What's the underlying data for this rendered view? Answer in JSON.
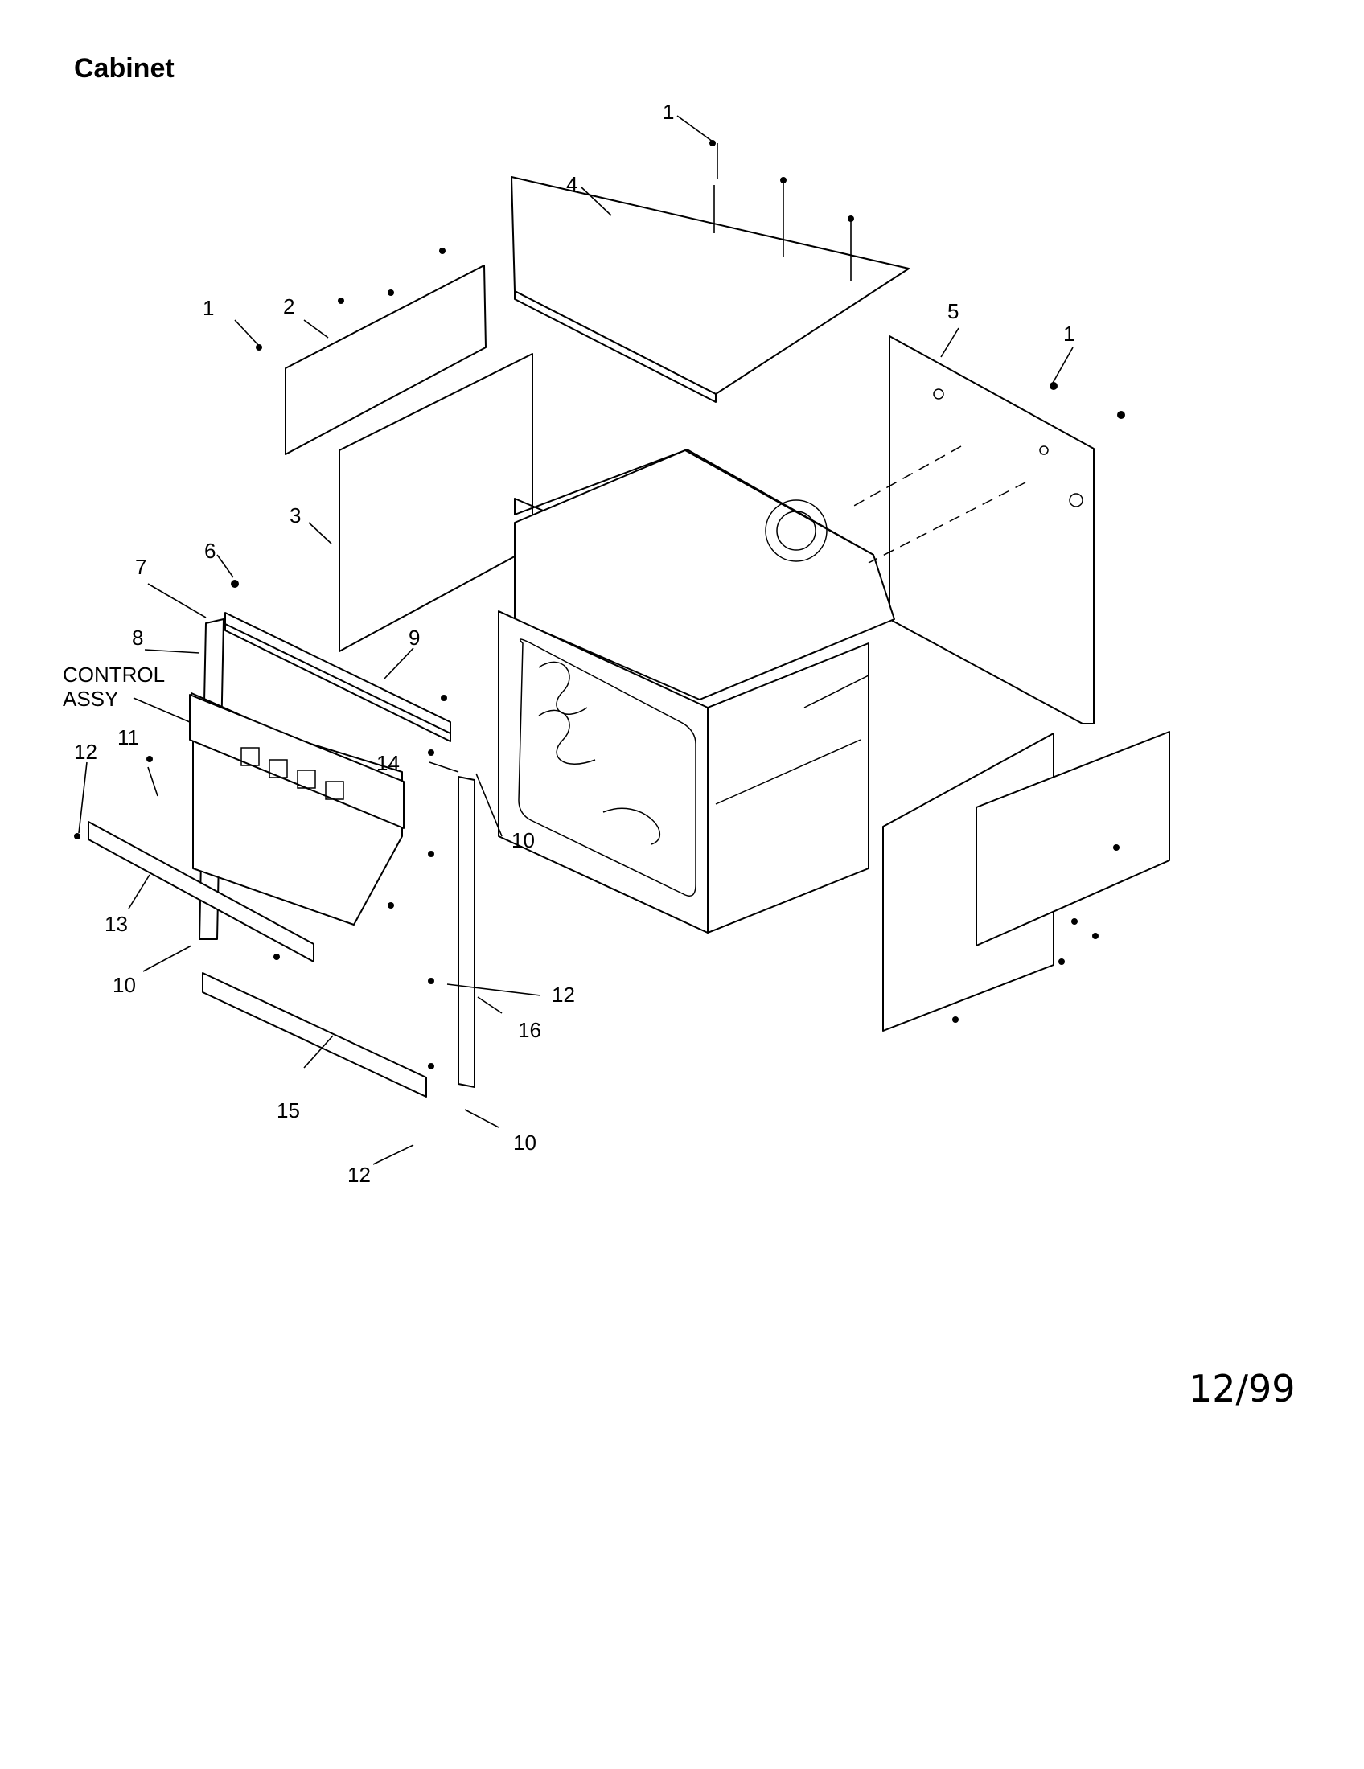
{
  "title": "Cabinet",
  "date": "12/99",
  "callouts": {
    "c1_top": "1",
    "c1_left": "1",
    "c1_right": "1",
    "c2": "2",
    "c3": "3",
    "c4": "4",
    "c5": "5",
    "c6": "6",
    "c7": "7",
    "c8": "8",
    "c9": "9",
    "control_line1": "CONTROL",
    "control_line2": "ASSY",
    "c10_mid": "10",
    "c10_left": "10",
    "c10_bottom": "10",
    "c11": "11",
    "c12_left": "12",
    "c12_mid": "12",
    "c12_bottom": "12",
    "c13": "13",
    "c14": "14",
    "c15": "15",
    "c16": "16"
  }
}
